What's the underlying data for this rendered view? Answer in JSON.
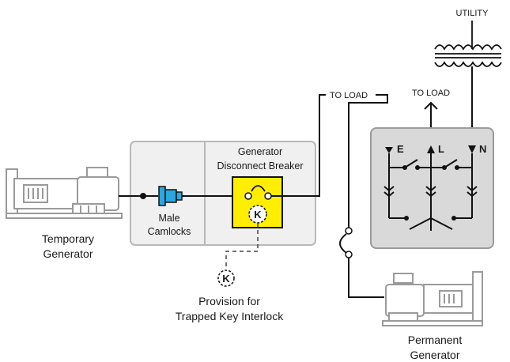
{
  "labels": {
    "utility": "UTILITY",
    "to_load_left": "TO LOAD",
    "to_load_top": "TO LOAD",
    "temp_gen_line1": "Temporary",
    "temp_gen_line2": "Generator",
    "camlocks_line1": "Male",
    "camlocks_line2": "Camlocks",
    "breaker_line1": "Generator",
    "breaker_line2": "Disconnect Breaker",
    "key_in_breaker": "K",
    "key_provision": "K",
    "provision_line1": "Provision for",
    "provision_line2": "Trapped Key Interlock",
    "perm_gen_line1": "Permanent",
    "perm_gen_line2": "Generator",
    "ats_e": "E",
    "ats_l": "L",
    "ats_n": "N"
  },
  "colors": {
    "line": "#111111",
    "box_fill": "#f0f0f0",
    "box_stroke": "#b8b8b8",
    "ats_fill": "#d9d9d9",
    "ats_stroke": "#9a9a9a",
    "breaker_fill": "#ffee00",
    "camlock_fill": "#29a8e0",
    "generator_stroke": "#9a9a9a"
  }
}
